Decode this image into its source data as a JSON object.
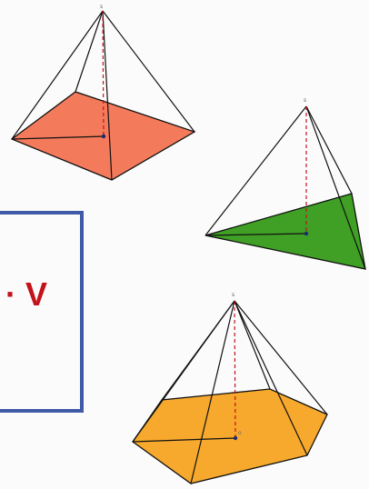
{
  "formula": {
    "visible_text": "· V",
    "text_color": "#c4121b",
    "border_color": "#3f5aa6"
  },
  "pyramids": [
    {
      "name": "square-pyramid",
      "base_sides": 4,
      "base_color": "#f47a5c",
      "apex_label": "s",
      "center_label": ""
    },
    {
      "name": "triangular-pyramid",
      "base_sides": 3,
      "base_color": "#3fa025",
      "apex_label": "s",
      "center_label": ""
    },
    {
      "name": "hexagonal-pyramid",
      "base_sides": 6,
      "base_color": "#f6a92c",
      "apex_label": "s",
      "center_label": "o"
    }
  ],
  "line_colors": {
    "edge": "#111111",
    "height": "#c4121b",
    "center_point": "#1e2a6f"
  }
}
